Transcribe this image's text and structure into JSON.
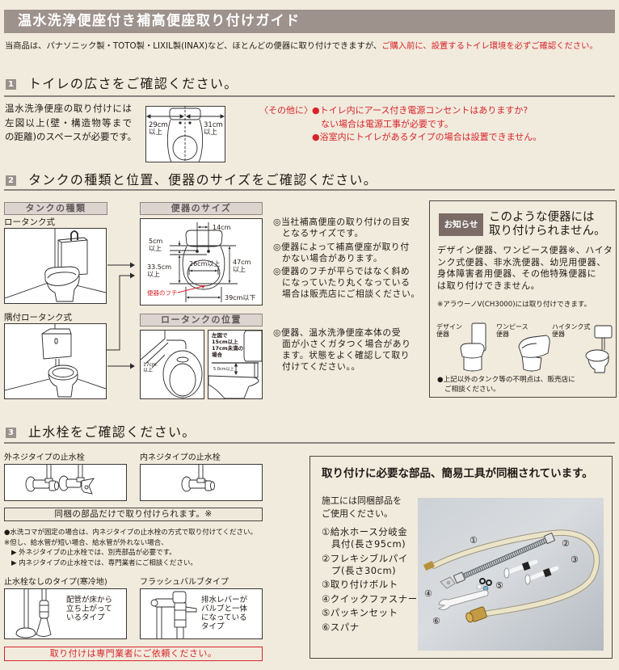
{
  "colors": {
    "background": "#f1ebdd",
    "title_bar": "#9e928d",
    "section_number_box": "#9a908c",
    "sub_header_box": "#ddd4d0",
    "notice_tag": "#7a6b66",
    "warning_red": "#d7242b",
    "text": "#231815"
  },
  "header": {
    "title": "温水洗浄便座付き補高便座取り付けガイド"
  },
  "intro": {
    "text": "当商品は、パナソニック製・TOTO製・LIXIL製(INAX)など、ほとんどの便器に取り付けできますが、",
    "warning": "ご購入前に、設置するトイレ環境を必ずご確認ください。"
  },
  "section1": {
    "number": "1",
    "heading": "トイレの広さをご確認ください。",
    "body": [
      "温水洗浄便座の取り付けには",
      "左図以上(壁・構造物等まで",
      "の距離)のスペースが必要です。"
    ],
    "diagram": {
      "left_distance": "29cm",
      "left_qualifier": "以上",
      "right_distance": "31cm",
      "right_qualifier": "以上"
    },
    "other_label": "〈その他に〉",
    "other_notes": [
      "●トイレ内にアース付き電源コンセントはありますか?",
      "ない場合は電源工事が必要です。",
      "●浴室内にトイレがあるタイプの場合は設置できません。"
    ]
  },
  "section2": {
    "number": "2",
    "heading": "タンクの種類と位置、便器のサイズをご確認ください。",
    "tank_types": {
      "header": "タンクの種類",
      "low_tank_label": "ロータンク式",
      "corner_tank_label": "隅付ロータンク式"
    },
    "bowl_size": {
      "header": "便器のサイズ",
      "bolt_spacing": "14cm",
      "tank_gap": "5cm",
      "tank_gap_qualifier": "以上",
      "front_length": "33.5cm",
      "front_length_qualifier": "以上",
      "opening_width": "26cm以上",
      "total_length": "47cm",
      "total_length_qualifier": "以上",
      "rim_label": "便器のフチ",
      "rim_width": "39cm以下"
    },
    "tank_position": {
      "header": "ロータンクの位置",
      "wall_distance": "17cm",
      "wall_distance_qualifier": "以上",
      "condition_lines": [
        "左図で",
        "15cm以上",
        "17cm未満の",
        "場合"
      ],
      "clearance": "5.0cm以上"
    },
    "size_notes": [
      [
        "◎当社補高便座の取り付けの目安",
        "となるサイズです。"
      ],
      [
        "◎便器によって補高便座が取り付",
        "かない場合があります。"
      ],
      [
        "◎便器のフチが平らではなく斜め",
        "になっていたり丸くなっている",
        "場合は販売店にご相談ください。"
      ]
    ],
    "position_note": [
      "◎便器、温水洗浄便座本体の受",
      "面が小さくガタつく場合があり",
      "ます。状態をよく確認して取り",
      "付けてください。。"
    ],
    "notice": {
      "tag": "お知らせ",
      "title": [
        "このような便器には",
        "取り付けられません。"
      ],
      "body": [
        "デザイン便器、ワンピース便器※、ハイタ",
        "ンク式便器、非水洗便器、幼児用便器、",
        "身体障害者用便器、その他特殊便器に",
        "は取り付けできません。"
      ],
      "footnote": "※アラウーノV(CH3000)には取り付けできます。",
      "examples": [
        {
          "line1": "デザイン",
          "line2": "便器"
        },
        {
          "line1": "ワンピース",
          "line2": "便器"
        },
        {
          "line1": "ハイタンク式",
          "line2": "便器"
        }
      ],
      "bottom_note": [
        "●上記以外のタンク等の不明点は、販売店に",
        "ご相談ください。"
      ]
    }
  },
  "section3": {
    "number": "3",
    "heading": "止水栓をご確認ください。",
    "outer_thread_label": "外ネジタイプの止水栓",
    "inner_thread_label": "内ネジタイプの止水栓",
    "included_parts_ok": "同梱の部品だけで取り付けられます。※",
    "notes": [
      "●水洗コマが固定の場合は、内ネジタイプの止水栓の方式で取り付けてください。",
      "※但し、給水管が短い場合、給水管が外れない場合、",
      "▶ 外ネジタイプの止水栓では、別売部品が必要です。",
      "▶ 内ネジタイプの止水栓では、専門業者にご相談ください。"
    ],
    "no_valve": {
      "label": "止水栓なしのタイプ(寒冷地)",
      "desc": [
        "配管が床から",
        "立ち上がって",
        "いるタイプ"
      ]
    },
    "flush_valve": {
      "label": "フラッシュバルブタイプ",
      "desc": [
        "排水レバーが",
        "バルブと一体",
        "になっている",
        "タイプ"
      ]
    },
    "professional_notice": "取り付けは専門業者にご依頼ください。"
  },
  "parts": {
    "title": "取り付けに必要な部品、簡易工具が同梱されています。",
    "intro": [
      "施工には同梱部品を",
      "ご使用ください。"
    ],
    "items": [
      [
        "①給水ホース分岐金",
        "具付(長さ95cm)"
      ],
      [
        "②フレキシブルパイ",
        "プ(長さ30cm)"
      ],
      [
        "③取り付けボルト"
      ],
      [
        "④クイックファスナー"
      ],
      [
        "⑤パッキンセット"
      ],
      [
        "⑥スパナ"
      ]
    ],
    "photo_labels": [
      "①",
      "②",
      "③",
      "④",
      "⑤",
      "⑥"
    ]
  }
}
